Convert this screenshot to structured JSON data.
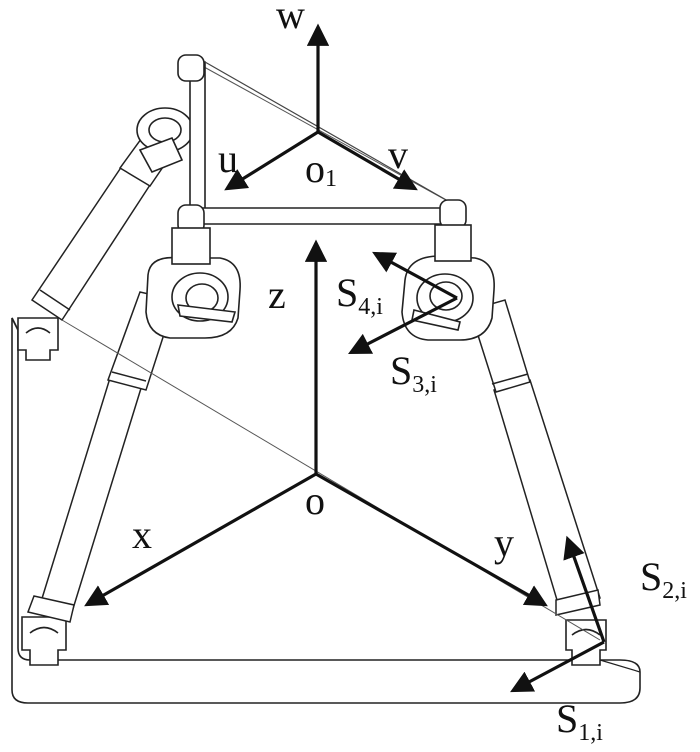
{
  "labels": {
    "w": "w",
    "u": "u",
    "v": "v",
    "o1": "o",
    "o1_sub": "1",
    "z": "z",
    "o": "o",
    "x": "x",
    "y": "y",
    "s4": "S",
    "s4_sub": "4,i",
    "s3": "S",
    "s3_sub": "3,i",
    "s2": "S",
    "s2_sub": "2,i",
    "s1": "S",
    "s1_sub": "1,i"
  },
  "colors": {
    "ink": "#111111",
    "line": "#222222",
    "thin": "#666666"
  }
}
